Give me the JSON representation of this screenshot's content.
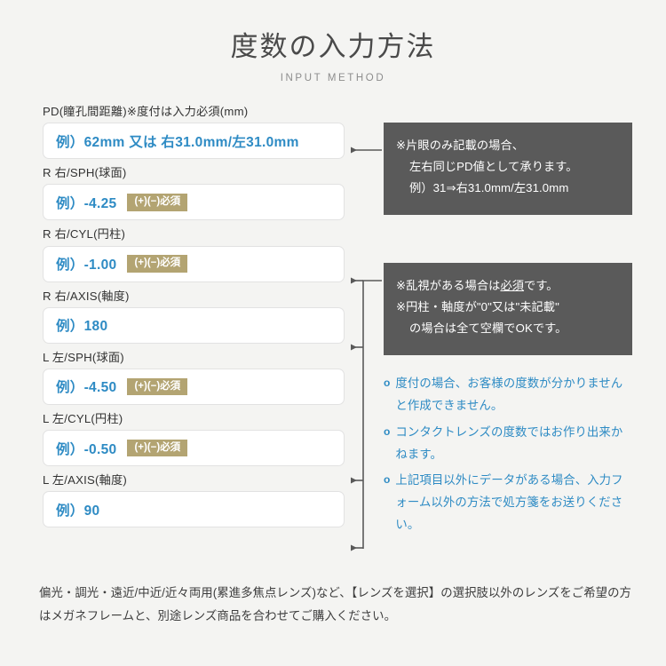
{
  "header": {
    "title": "度数の入力方法",
    "subtitle": "INPUT METHOD"
  },
  "colors": {
    "background": "#f4f4f2",
    "placeholder_blue": "#2e8bc4",
    "badge_khaki": "#b3a472",
    "callout_gray": "#5a5a5a",
    "field_border": "#e2e2e2"
  },
  "form": {
    "fields": [
      {
        "name": "pd",
        "label": "PD(瞳孔間距離)※度付は入力必須(mm)",
        "placeholder": "例）62mm 又は 右31.0mm/左31.0mm",
        "badge": ""
      },
      {
        "name": "r-sph",
        "label": "R 右/SPH(球面)",
        "placeholder": "例）-4.25",
        "badge": "(+)(−)必須"
      },
      {
        "name": "r-cyl",
        "label": "R 右/CYL(円柱)",
        "placeholder": "例）-1.00",
        "badge": "(+)(−)必須"
      },
      {
        "name": "r-axis",
        "label": "R 右/AXIS(軸度)",
        "placeholder": "例）180",
        "badge": ""
      },
      {
        "name": "l-sph",
        "label": "L 左/SPH(球面)",
        "placeholder": "例）-4.50",
        "badge": "(+)(−)必須"
      },
      {
        "name": "l-cyl",
        "label": "L 左/CYL(円柱)",
        "placeholder": "例）-0.50",
        "badge": "(+)(−)必須"
      },
      {
        "name": "l-axis",
        "label": "L 左/AXIS(軸度)",
        "placeholder": "例）90",
        "badge": ""
      }
    ]
  },
  "callouts": {
    "pd_note": {
      "line1": "※片眼のみ記載の場合、",
      "line2": "左右同じPD値として承ります。",
      "line3": "例）31⇒右31.0mm/左31.0mm"
    },
    "astig_note": {
      "line1_pre": "※乱視がある場合は",
      "line1_underline": "必須",
      "line1_post": "です。",
      "line2": "※円柱・軸度が\"0\"又は\"未記載\"",
      "line3": "の場合は全て空欄でOKです。"
    }
  },
  "notes": {
    "bullet": "o",
    "items": [
      "度付の場合、お客様の度数が分かりませんと作成できません。",
      "コンタクトレンズの度数ではお作り出来かねます。",
      "上記項目以外にデータがある場合、入力フォーム以外の方法で処方箋をお送りください。"
    ]
  },
  "footer": {
    "text": "偏光・調光・遠近/中近/近々両用(累進多焦点レンズ)など、【レンズを選択】の選択肢以外のレンズをご希望の方はメガネフレームと、別途レンズ商品を合わせてご購入ください。"
  }
}
